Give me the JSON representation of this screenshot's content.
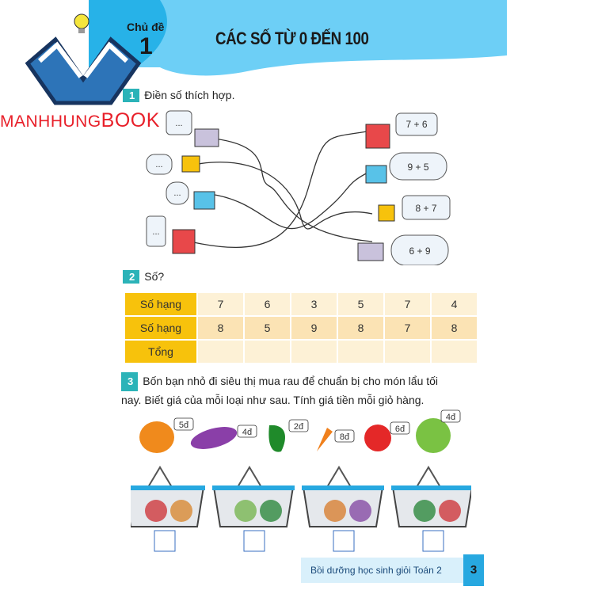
{
  "header": {
    "topic_label": "Chủ đề",
    "topic_number": "1",
    "title": "CÁC SỐ TỪ 0 ĐẾN 100"
  },
  "watermark": {
    "brand_a": "MANHHUNG",
    "brand_b": "BOOK"
  },
  "q1": {
    "num": "1",
    "text": "Điền số thích hợp.",
    "left_bubbles": [
      "...",
      "...",
      "...",
      "..."
    ],
    "right_bubbles": [
      "7 + 6",
      "9 + 5",
      "8 + 7",
      "6 + 9"
    ]
  },
  "q2": {
    "num": "2",
    "text": "Số?",
    "rows": [
      {
        "label": "Số hạng",
        "values": [
          "7",
          "6",
          "3",
          "5",
          "7",
          "4"
        ]
      },
      {
        "label": "Số hạng",
        "values": [
          "8",
          "5",
          "9",
          "8",
          "7",
          "8"
        ]
      },
      {
        "label": "Tổng",
        "values": [
          "",
          "",
          "",
          "",
          "",
          ""
        ]
      }
    ]
  },
  "q3": {
    "num": "3",
    "text_line1": "Bốn bạn nhỏ đi siêu thị mua rau để chuẩn bị cho món lẩu tối",
    "text_line2": "nay. Biết giá của mỗi loại như sau. Tính giá tiền mỗi giỏ hàng.",
    "prices": [
      "5đ",
      "4đ",
      "2đ",
      "8đ",
      "6đ",
      "4đ"
    ]
  },
  "footer": {
    "book_title": "Bồi dưỡng học sinh giỏi Toán 2",
    "page": "3"
  },
  "colors": {
    "header": "#6dcff6",
    "tab": "#27b2e8",
    "teal": "#2bb3b8",
    "yellow": "#f7c20c"
  }
}
